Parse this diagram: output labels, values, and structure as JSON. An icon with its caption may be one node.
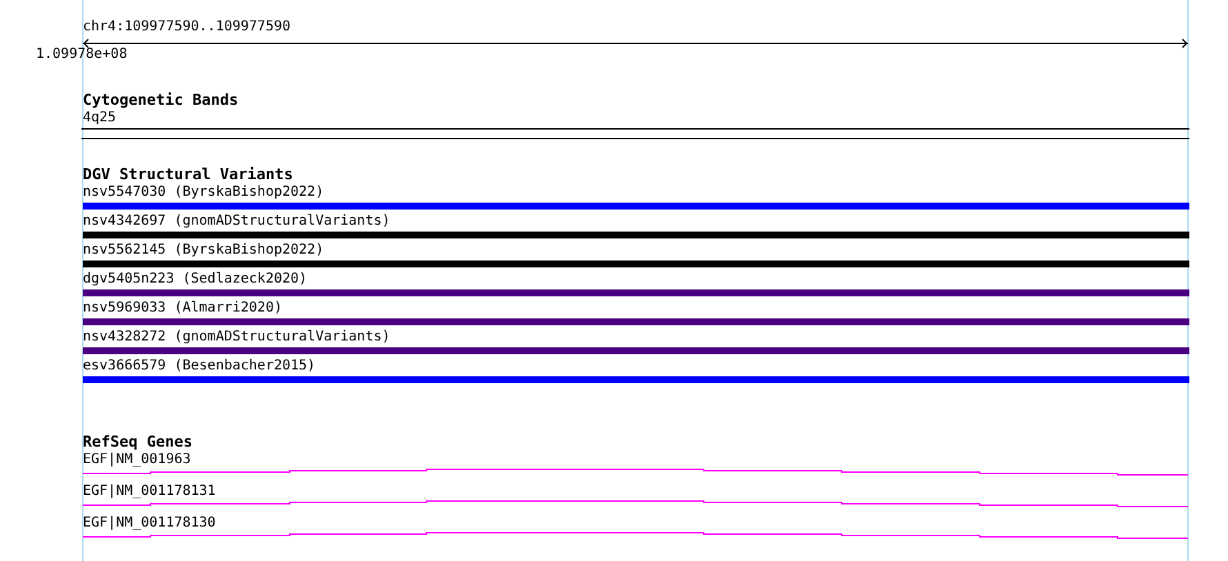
{
  "diagram": {
    "title": "chr4:109977590..109977590",
    "labels": [
      "1.09978e+08",
      "Cytogenetic Bands",
      "4q25",
      "DGV Structural Variants",
      "nsv5547030 (ByrskaBishop2022)",
      "nsv4342697 (gnomADStructuralVariants)",
      "nsv5562145 (ByrskaBishop2022)",
      "dgv5405n223 (Sedlazeck2020)",
      "nsv5969033 (Almarri2020)",
      "nsv4328272 (gnomADStructuralVariants)",
      "esv3666579 (Besenbacher2015)",
      "RefSeq Genes",
      "EGF|NM_001963",
      "EGF|NM_001178131",
      "EGF|NM_001178130"
    ]
  }
}
